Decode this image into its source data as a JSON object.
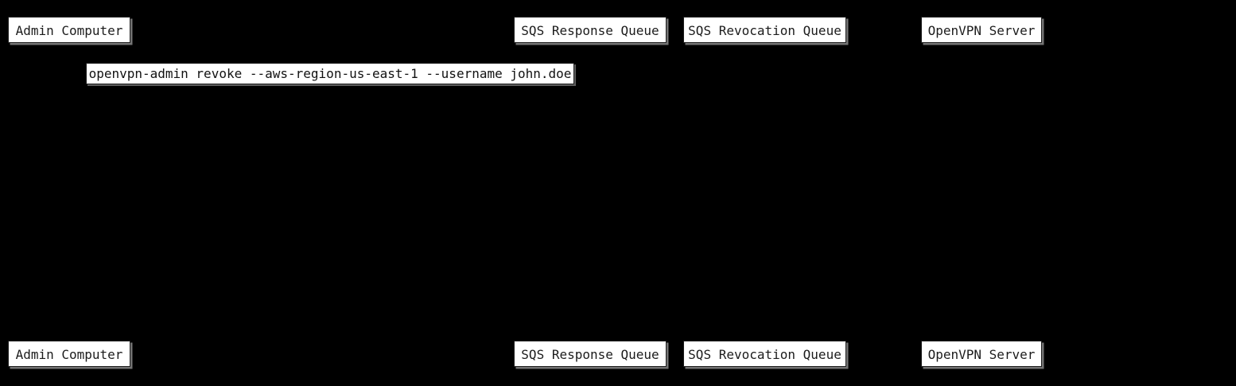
{
  "diagram": {
    "type": "sequence-diagram",
    "colors": {
      "background": "#000000",
      "box_fill": "#ffffff",
      "box_border": "#1b1b1b",
      "box_text": "#1c1c1c",
      "box_shadow": "#9b9b9b"
    },
    "participants": [
      {
        "label": "Admin Computer"
      },
      {
        "label": "SQS Response Queue"
      },
      {
        "label": "SQS Revocation Queue"
      },
      {
        "label": "OpenVPN Server"
      }
    ],
    "message": {
      "text": "openvpn-admin revoke --aws-region-us-east-1 --username john.doe"
    }
  }
}
